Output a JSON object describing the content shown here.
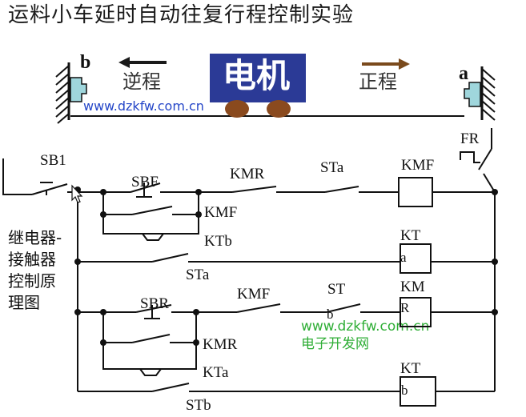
{
  "title": "运料小车延时自动往复行程控制实验",
  "track": {
    "left_switch": "b",
    "right_switch": "a",
    "reverse_label": "逆程",
    "forward_label": "正程",
    "motor_label": "电机"
  },
  "watermarks": {
    "url_top": "www.dzkfw.com.cn",
    "url_bottom": "www.dzkfw.com.cn",
    "site_name": "电子开发网"
  },
  "side_caption": [
    "继电器-",
    "接触器",
    "控制原",
    "理图"
  ],
  "components": {
    "sb1": "SB1",
    "sbf": "SBF",
    "kmr_contact_top": "KMR",
    "sta_top": "STa",
    "kmf_coil": "KMF",
    "fr": "FR",
    "kmf_hold": "KMF",
    "ktb": "KTb",
    "kt_coil_a_label": "KT",
    "kt_coil_a_inner": "a",
    "sta_mid": "STa",
    "sbr": "SBR",
    "kmf_contact_mid": "KMF",
    "st_b": "ST",
    "st_b_sub": "b",
    "km_coil_label": "KM",
    "km_coil_inner": "R",
    "kmr_hold": "KMR",
    "kta": "KTa",
    "kt_coil_b_label": "KT",
    "kt_coil_b_inner": "b",
    "stb": "STb"
  },
  "colors": {
    "motor_fill": "#2b3a96",
    "arrow_reverse": "#1a1a1a",
    "arrow_forward": "#7a4a1c",
    "wheel": "#8a4a1e",
    "switch_fill": "#9fd6dc",
    "wire": "#111111",
    "watermark_green": "#2fae36",
    "watermark_blue": "#2546c8"
  }
}
